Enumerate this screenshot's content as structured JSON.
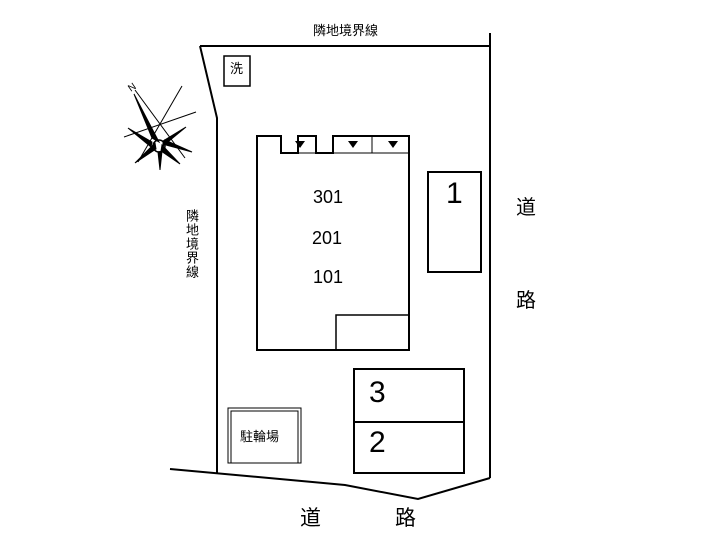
{
  "labels": {
    "boundary_top": "隣地境界線",
    "boundary_left": "隣地境界線",
    "road_right_1": "道",
    "road_right_2": "路",
    "road_bottom_1": "道",
    "road_bottom_2": "路",
    "wash": "洗",
    "bicycle_parking": "駐輪場"
  },
  "units": [
    "301",
    "201",
    "101"
  ],
  "parking": {
    "slot_1": "1",
    "slot_2": "2",
    "slot_3": "3"
  },
  "compass": {
    "north_label": "N"
  }
}
